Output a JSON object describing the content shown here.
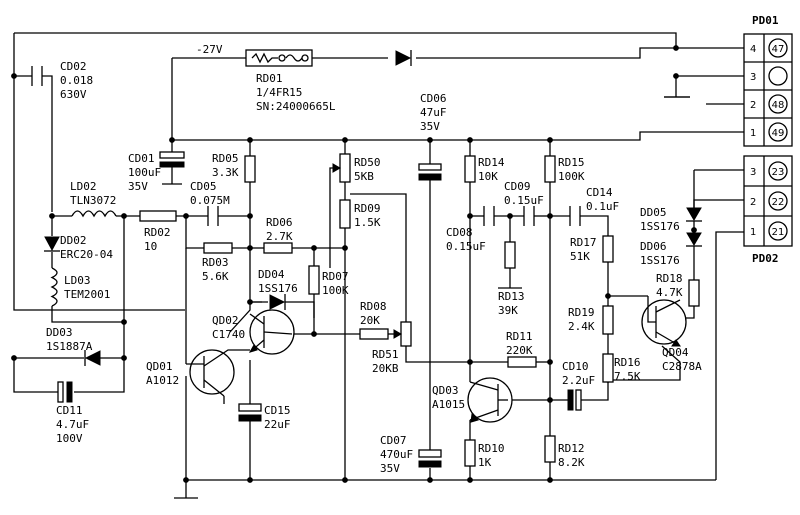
{
  "labels": {
    "pd01": "PD01",
    "pd02": "PD02",
    "v27": "-27V",
    "cd02_name": "CD02",
    "cd02_val": "0.018",
    "cd02_volt": "630V",
    "rd01_name": "RD01",
    "rd01_val": "1/4FR15",
    "rd01_sn": "SN:24000665L",
    "cd06_name": "CD06",
    "cd06_val": "47uF",
    "cd06_volt": "35V",
    "cd01_name": "CD01",
    "cd01_val": "100uF",
    "cd01_volt": "35V",
    "rd05_name": "RD05",
    "rd05_val": "3.3K",
    "rd50_name": "RD50",
    "rd50_val": "5KB",
    "rd14_name": "RD14",
    "rd14_val": "10K",
    "rd15_name": "RD15",
    "rd15_val": "100K",
    "cd05_name": "CD05",
    "cd05_val": "0.075M",
    "ld02_name": "LD02",
    "ld02_val": "TLN3072",
    "rd09_name": "RD09",
    "rd09_val": "1.5K",
    "cd09_name": "CD09",
    "cd09_val": "0.15uF",
    "cd14_name": "CD14",
    "cd14_val": "0.1uF",
    "dd02_name": "DD02",
    "dd02_val": "ERC20-04",
    "rd02_name": "RD02",
    "rd02_val": "10",
    "rd06_name": "RD06",
    "rd06_val": "2.7K",
    "cd08_name": "CD08",
    "cd08_val": "0.15uF",
    "dd05_name": "DD05",
    "dd05_val": "1SS176",
    "dd06_name": "DD06",
    "dd06_val": "1SS176",
    "ld03_name": "LD03",
    "ld03_val": "TEM2001",
    "rd03_name": "RD03",
    "rd03_val": "5.6K",
    "rd07_name": "RD07",
    "rd07_val": "100K",
    "rd17_name": "RD17",
    "rd17_val": "51K",
    "rd18_name": "RD18",
    "rd18_val": "4.7K",
    "dd04_name": "DD04",
    "dd04_val": "1SS176",
    "rd13_name": "RD13",
    "rd13_val": "39K",
    "rd08_name": "RD08",
    "rd08_val": "20K",
    "rd19_name": "RD19",
    "rd19_val": "2.4K",
    "qd02_name": "QD02",
    "qd02_val": "C1740",
    "dd03_name": "DD03",
    "dd03_val": "1S1887A",
    "rd51_name": "RD51",
    "rd51_val": "20KB",
    "rd11_name": "RD11",
    "rd11_val": "220K",
    "rd16_name": "RD16",
    "rd16_val": "7.5K",
    "qd04_name": "QD04",
    "qd04_val": "C2878A",
    "qd01_name": "QD01",
    "qd01_val": "A1012",
    "cd10_name": "CD10",
    "cd10_val": "2.2uF",
    "qd03_name": "QD03",
    "qd03_val": "A1015",
    "cd11_name": "CD11",
    "cd11_val": "4.7uF",
    "cd11_volt": "100V",
    "cd15_name": "CD15",
    "cd15_val": "22uF",
    "cd07_name": "CD07",
    "cd07_val": "470uF",
    "cd07_volt": "35V",
    "rd10_name": "RD10",
    "rd10_val": "1K",
    "rd12_name": "RD12",
    "rd12_val": "8.2K"
  },
  "connector_pd01": {
    "pins": [
      "4",
      "3",
      "2",
      "1"
    ],
    "circles": [
      "47",
      "",
      "48",
      "49"
    ]
  },
  "connector_pd02": {
    "pins": [
      "3",
      "2",
      "1"
    ],
    "circles": [
      "23",
      "22",
      "21"
    ]
  }
}
